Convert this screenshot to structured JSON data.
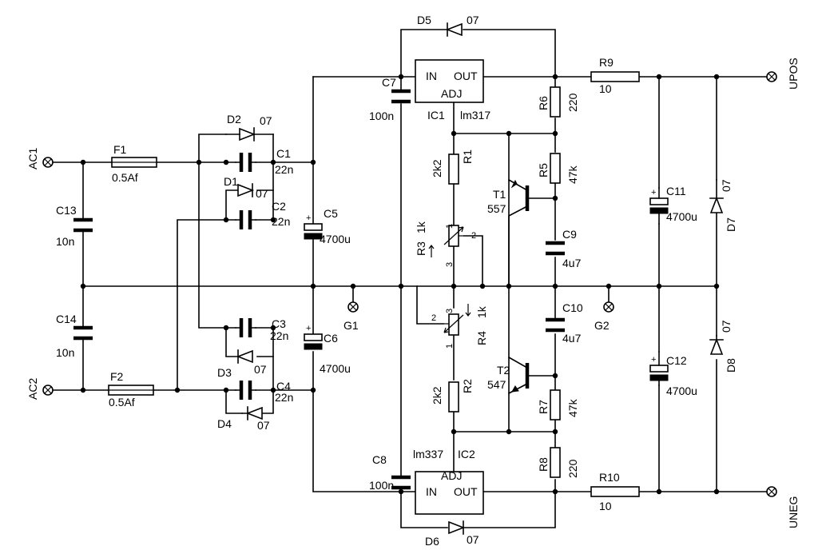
{
  "terminals": {
    "ac1": "AC1",
    "ac2": "AC2",
    "upos": "UPOS",
    "uneg": "UNEG",
    "g1": "G1",
    "g2": "G2"
  },
  "fuses": {
    "f1": {
      "ref": "F1",
      "value": "0.5Af"
    },
    "f2": {
      "ref": "F2",
      "value": "0.5Af"
    }
  },
  "capacitors": {
    "c1": {
      "ref": "C1",
      "value": "22n"
    },
    "c2": {
      "ref": "C2",
      "value": "22n"
    },
    "c3": {
      "ref": "C3",
      "value": "22n"
    },
    "c4": {
      "ref": "C4",
      "value": "22n"
    },
    "c5": {
      "ref": "C5",
      "value": "4700u"
    },
    "c6": {
      "ref": "C6",
      "value": "4700u"
    },
    "c7": {
      "ref": "C7",
      "value": "100n"
    },
    "c8": {
      "ref": "C8",
      "value": "100n"
    },
    "c9": {
      "ref": "C9",
      "value": "4u7"
    },
    "c10": {
      "ref": "C10",
      "value": "4u7"
    },
    "c11": {
      "ref": "C11",
      "value": "4700u"
    },
    "c12": {
      "ref": "C12",
      "value": "4700u"
    },
    "c13": {
      "ref": "C13",
      "value": "10n"
    },
    "c14": {
      "ref": "C14",
      "value": "10n"
    }
  },
  "diodes": {
    "d1": {
      "ref": "D1",
      "value": "07"
    },
    "d2": {
      "ref": "D2",
      "value": "07"
    },
    "d3": {
      "ref": "D3",
      "value": "07"
    },
    "d4": {
      "ref": "D4",
      "value": "07"
    },
    "d5": {
      "ref": "D5",
      "value": "07"
    },
    "d6": {
      "ref": "D6",
      "value": "07"
    },
    "d7": {
      "ref": "D7",
      "value": "07"
    },
    "d8": {
      "ref": "D8",
      "value": "07"
    }
  },
  "resistors": {
    "r1": {
      "ref": "R1",
      "value": "2k2"
    },
    "r2": {
      "ref": "R2",
      "value": "2k2"
    },
    "r3": {
      "ref": "R3",
      "value": "1k"
    },
    "r4": {
      "ref": "R4",
      "value": "1k"
    },
    "r5": {
      "ref": "R5",
      "value": "47k"
    },
    "r6": {
      "ref": "R6",
      "value": "220"
    },
    "r7": {
      "ref": "R7",
      "value": "47k"
    },
    "r8": {
      "ref": "R8",
      "value": "220"
    },
    "r9": {
      "ref": "R9",
      "value": "10"
    },
    "r10": {
      "ref": "R10",
      "value": "10"
    }
  },
  "transistors": {
    "t1": {
      "ref": "T1",
      "value": "557"
    },
    "t2": {
      "ref": "T2",
      "value": "547"
    }
  },
  "ics": {
    "ic1": {
      "ref": "IC1",
      "value": "lm317",
      "pin_in": "IN",
      "pin_out": "OUT",
      "pin_adj": "ADJ"
    },
    "ic2": {
      "ref": "IC2",
      "value": "lm337",
      "pin_in": "IN",
      "pin_out": "OUT",
      "pin_adj": "ADJ"
    }
  },
  "pot_pins": {
    "p1": "1",
    "p2": "2",
    "p3": "3"
  },
  "polarity": {
    "plus": "+"
  }
}
